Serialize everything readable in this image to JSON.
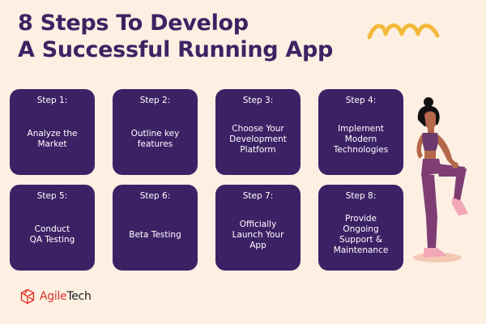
{
  "title": {
    "line1": "8 Steps To Develop",
    "line2": "A Successful Running App"
  },
  "steps": [
    {
      "label": "Step 1:",
      "text": "Analyze the\nMarket"
    },
    {
      "label": "Step 2:",
      "text": "Outline key\nfeatures"
    },
    {
      "label": "Step 3:",
      "text": "Choose Your\nDevelopment\nPlatform"
    },
    {
      "label": "Step 4:",
      "text": "Implement\nModern\nTechnologies"
    },
    {
      "label": "Step 5:",
      "text": "Conduct\nQA Testing"
    },
    {
      "label": "Step 6:",
      "text": "Beta Testing"
    },
    {
      "label": "Step 7:",
      "text": "Officially\nLaunch Your\nApp"
    },
    {
      "label": "Step 8:",
      "text": "Provide\nOngoing\nSupport &\nMaintenance"
    }
  ],
  "logo": {
    "name_part1": "Agile",
    "name_part2": "Tech",
    "icon": "network-icon"
  },
  "colors": {
    "background": "#fdf0e3",
    "title": "#3d2363",
    "card": "#3d2165",
    "squiggle": "#f4b93a",
    "logo_accent": "#e0332b"
  }
}
